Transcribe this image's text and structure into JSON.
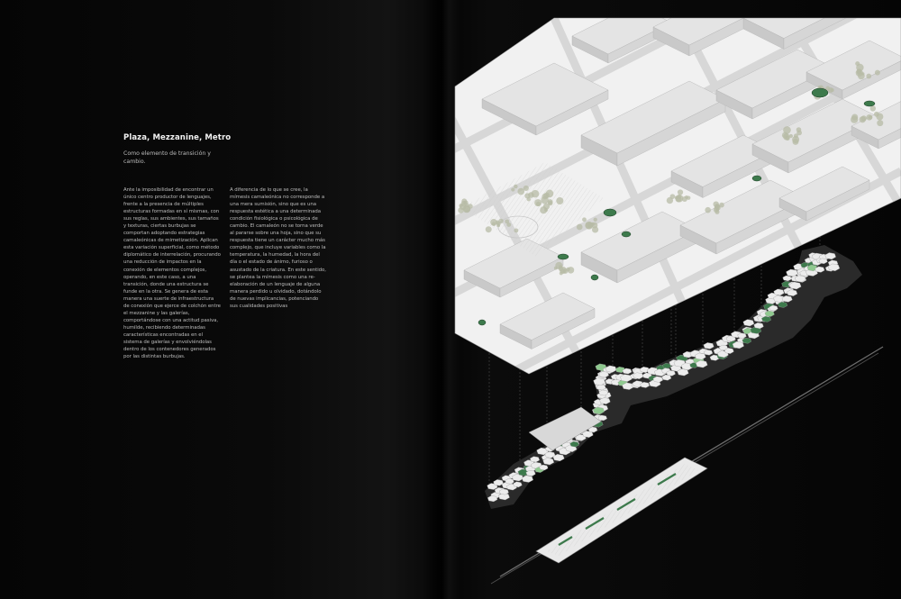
{
  "spread": {
    "title": "Plaza, Mezzanine, Metro",
    "subtitle": "Como elemento de transición y cambio.",
    "column_1": "Ante la imposibilidad de encontrar un único centro productor de lenguajes, frente a la presencia de múltiples estructuras formadas en sí mismas, con sus reglas, sus ambientes, sus tamaños y texturas, ciertas burbujas se comportan adoptando estrategias camaleónicas de mimetización. Aplican esta variación superficial, como método diplomático de interrelación, procurando una reducción de impactos en la conexión de elementos complejos, operando, en este caso, a una transición, donde una estructura se funde en la otra. Se genera de esta manera una suerte de infraestructura de conexión que ejerce de colchón entre el mezzanine y las galerías, comportándose con una actitud pasiva, humilde, recibiendo determinadas características encontradas en el sistema de galerías y envolviéndolas dentro de los contenedores generados por las distintas burbujas.",
    "column_2": "A diferencia de lo que se cree, la mímesis camaleónica no corresponde a una mera sumisión, sino que es una respuesta estética a una determinada condición fisiológica o psicológica de cambio. El camaleón no se torna verde al pararse sobre una hoja, sino que su respuesta tiene un carácter mucho más complejo, que incluye variables como la temperatura, la humedad, la hora del día o el estado de ánimo, furioso o asustado de la criatura. En este sentido, se plantea la mímesis como una re-elaboración de un lenguaje de alguna manera perdido u olvidado, dotándolo de nuevas implicancias, potenciando sus cualidades positivas"
  },
  "drawing": {
    "subject": "axonometric-plaza-mezzanine-metro",
    "colors": {
      "background": "#000000",
      "paper": "#f2f2f2",
      "building": "#e4e4e4",
      "building_shade": "#c9c9c9",
      "street": "#d7d7d7",
      "vegetation": "#3d7a4c",
      "vegetation_light": "#8fc98f",
      "tree": "#b7bba5",
      "cell": "#ececec",
      "line": "#6b6b6b"
    }
  }
}
